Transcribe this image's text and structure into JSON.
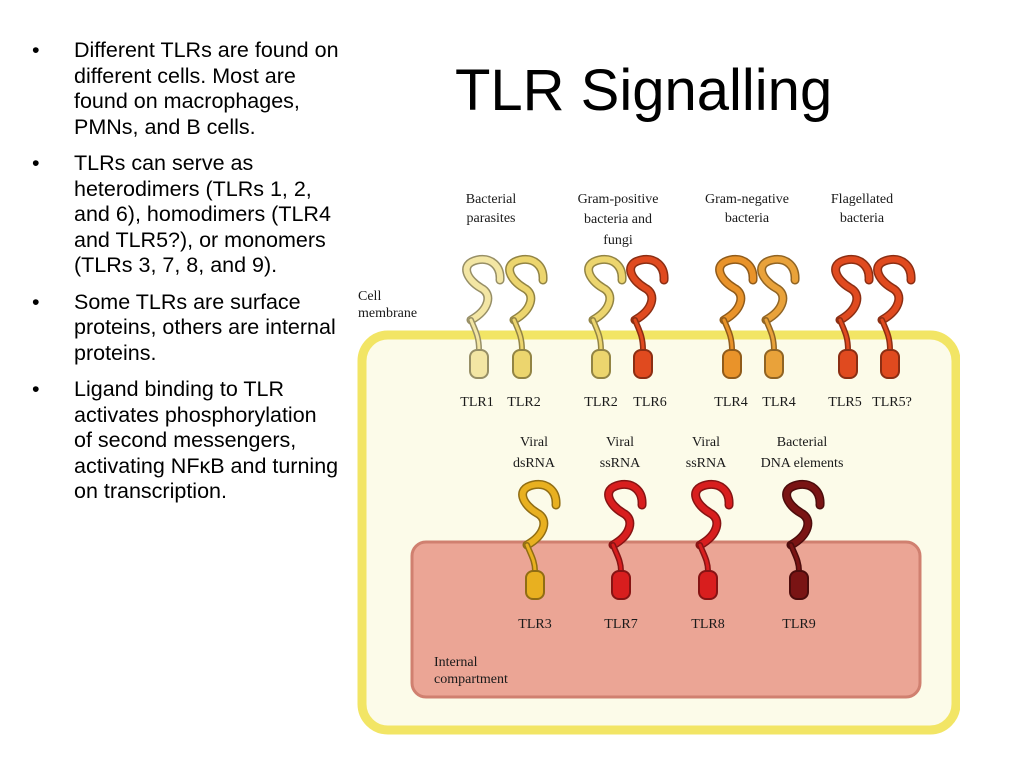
{
  "slide": {
    "title": "TLR Signalling",
    "bullet_marker": "•",
    "bullets": [
      "Different TLRs are found on different cells.  Most are found on macrophages, PMNs, and B cells.",
      "TLRs can serve as heterodimers (TLRs 1, 2, and 6), homodimers (TLR4 and TLR5?), or monomers (TLRs 3, 7, 8, and 9).",
      "Some TLRs are surface proteins, others are internal proteins.",
      "Ligand binding to TLR activates phosphorylation of second messengers, activating NFκB and turning on transcription."
    ]
  },
  "diagram": {
    "cell_membrane_label": [
      "Cell",
      "membrane"
    ],
    "internal_compartment_label": [
      "Internal",
      "compartment"
    ],
    "surface_groups": [
      {
        "ligand": [
          "Bacterial",
          "parasites"
        ],
        "receptors": [
          {
            "name": "TLR1",
            "color": "#f3e6a4"
          },
          {
            "name": "TLR2",
            "color": "#ecd56e"
          }
        ]
      },
      {
        "ligand": [
          "Gram-positive",
          "bacteria and",
          "fungi"
        ],
        "receptors": [
          {
            "name": "TLR2",
            "color": "#ecd56e"
          },
          {
            "name": "TLR6",
            "color": "#e04a1f"
          }
        ]
      },
      {
        "ligand": [
          "Gram-negative",
          "bacteria"
        ],
        "receptors": [
          {
            "name": "TLR4",
            "color": "#e9932a"
          },
          {
            "name": "TLR4",
            "color": "#e9a23a"
          }
        ]
      },
      {
        "ligand": [
          "Flagellated",
          "bacteria"
        ],
        "receptors": [
          {
            "name": "TLR5",
            "color": "#e04a1f"
          },
          {
            "name": "TLR5?",
            "color": "#e04a1f"
          }
        ]
      }
    ],
    "internal_receptors": [
      {
        "ligand": [
          "Viral",
          "dsRNA"
        ],
        "name": "TLR3",
        "color": "#e8b020"
      },
      {
        "ligand": [
          "Viral",
          "ssRNA"
        ],
        "name": "TLR7",
        "color": "#d81e1e"
      },
      {
        "ligand": [
          "Viral",
          "ssRNA"
        ],
        "name": "TLR8",
        "color": "#d81e1e"
      },
      {
        "ligand": [
          "Bacterial",
          "DNA elements"
        ],
        "name": "TLR9",
        "color": "#7a1414"
      }
    ],
    "colors": {
      "membrane_stroke": "#f2e565",
      "membrane_fill": "#fcfbe9",
      "compartment_fill": "#eba595",
      "compartment_stroke": "#d08070"
    }
  }
}
